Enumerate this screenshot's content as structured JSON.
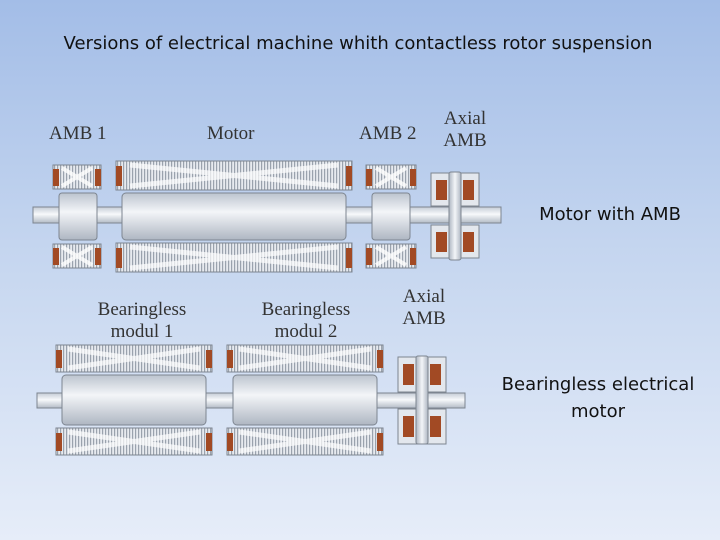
{
  "title": "Versions  of electrical machine whith contactless rotor suspension",
  "top_machine": {
    "labels": {
      "amb1": "AMB 1",
      "motor": "Motor",
      "amb2": "AMB 2",
      "axial_line1": "Axial",
      "axial_line2": "AMB"
    },
    "caption": "Motor with AMB"
  },
  "bottom_machine": {
    "labels": {
      "modul1_line1": "Bearingless",
      "modul1_line2": "modul 1",
      "modul2_line1": "Bearingless",
      "modul2_line2": "modul 2",
      "axial_line1": "Axial",
      "axial_line2": "AMB"
    },
    "caption_line1": "Bearingless electrical",
    "caption_line2": "motor"
  },
  "colors": {
    "coil": "#a24a24",
    "steel": "#d8dde5",
    "shaft": "#e9edf2",
    "outline": "#7d8590"
  }
}
